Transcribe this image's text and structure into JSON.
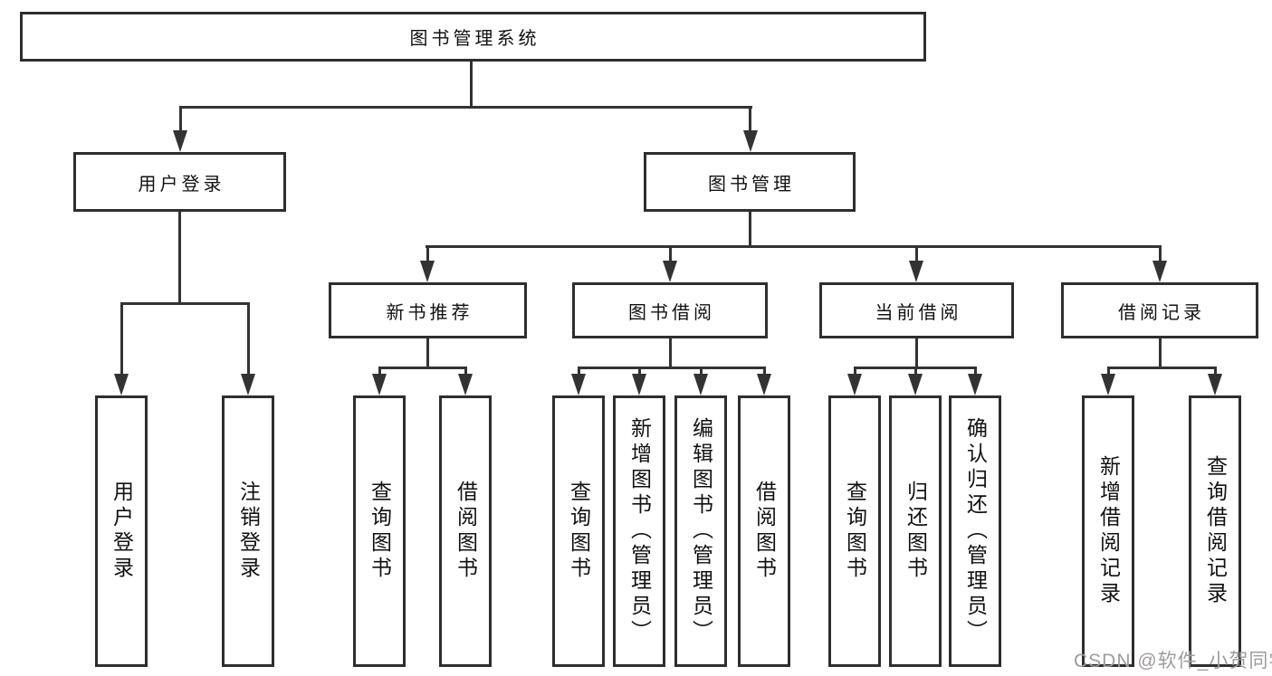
{
  "diagram_type": "hierarchy-tree",
  "tree": {
    "label": "图书管理系统",
    "children": [
      {
        "label": "用户登录",
        "children": [
          {
            "label": "用户登录"
          },
          {
            "label": "注销登录"
          }
        ]
      },
      {
        "label": "图书管理",
        "children": [
          {
            "label": "新书推荐",
            "children": [
              {
                "label": "查询图书"
              },
              {
                "label": "借阅图书"
              }
            ]
          },
          {
            "label": "图书借阅",
            "children": [
              {
                "label": "查询图书"
              },
              {
                "label": "新增图书（管理员）"
              },
              {
                "label": "编辑图书（管理员）"
              },
              {
                "label": "借阅图书"
              }
            ]
          },
          {
            "label": "当前借阅",
            "children": [
              {
                "label": "查询图书"
              },
              {
                "label": "归还图书"
              },
              {
                "label": "确认归还（管理员）"
              }
            ]
          },
          {
            "label": "借阅记录",
            "children": [
              {
                "label": "新增借阅记录"
              },
              {
                "label": "查询借阅记录"
              }
            ]
          }
        ]
      }
    ]
  },
  "watermark": {
    "text": "CSDN @软件_小贺同学"
  },
  "colors": {
    "line": "#333333",
    "box_border": "#2e2e2e",
    "box_background": "#ffffff",
    "text": "#111111",
    "watermark": "#a09a9b"
  }
}
